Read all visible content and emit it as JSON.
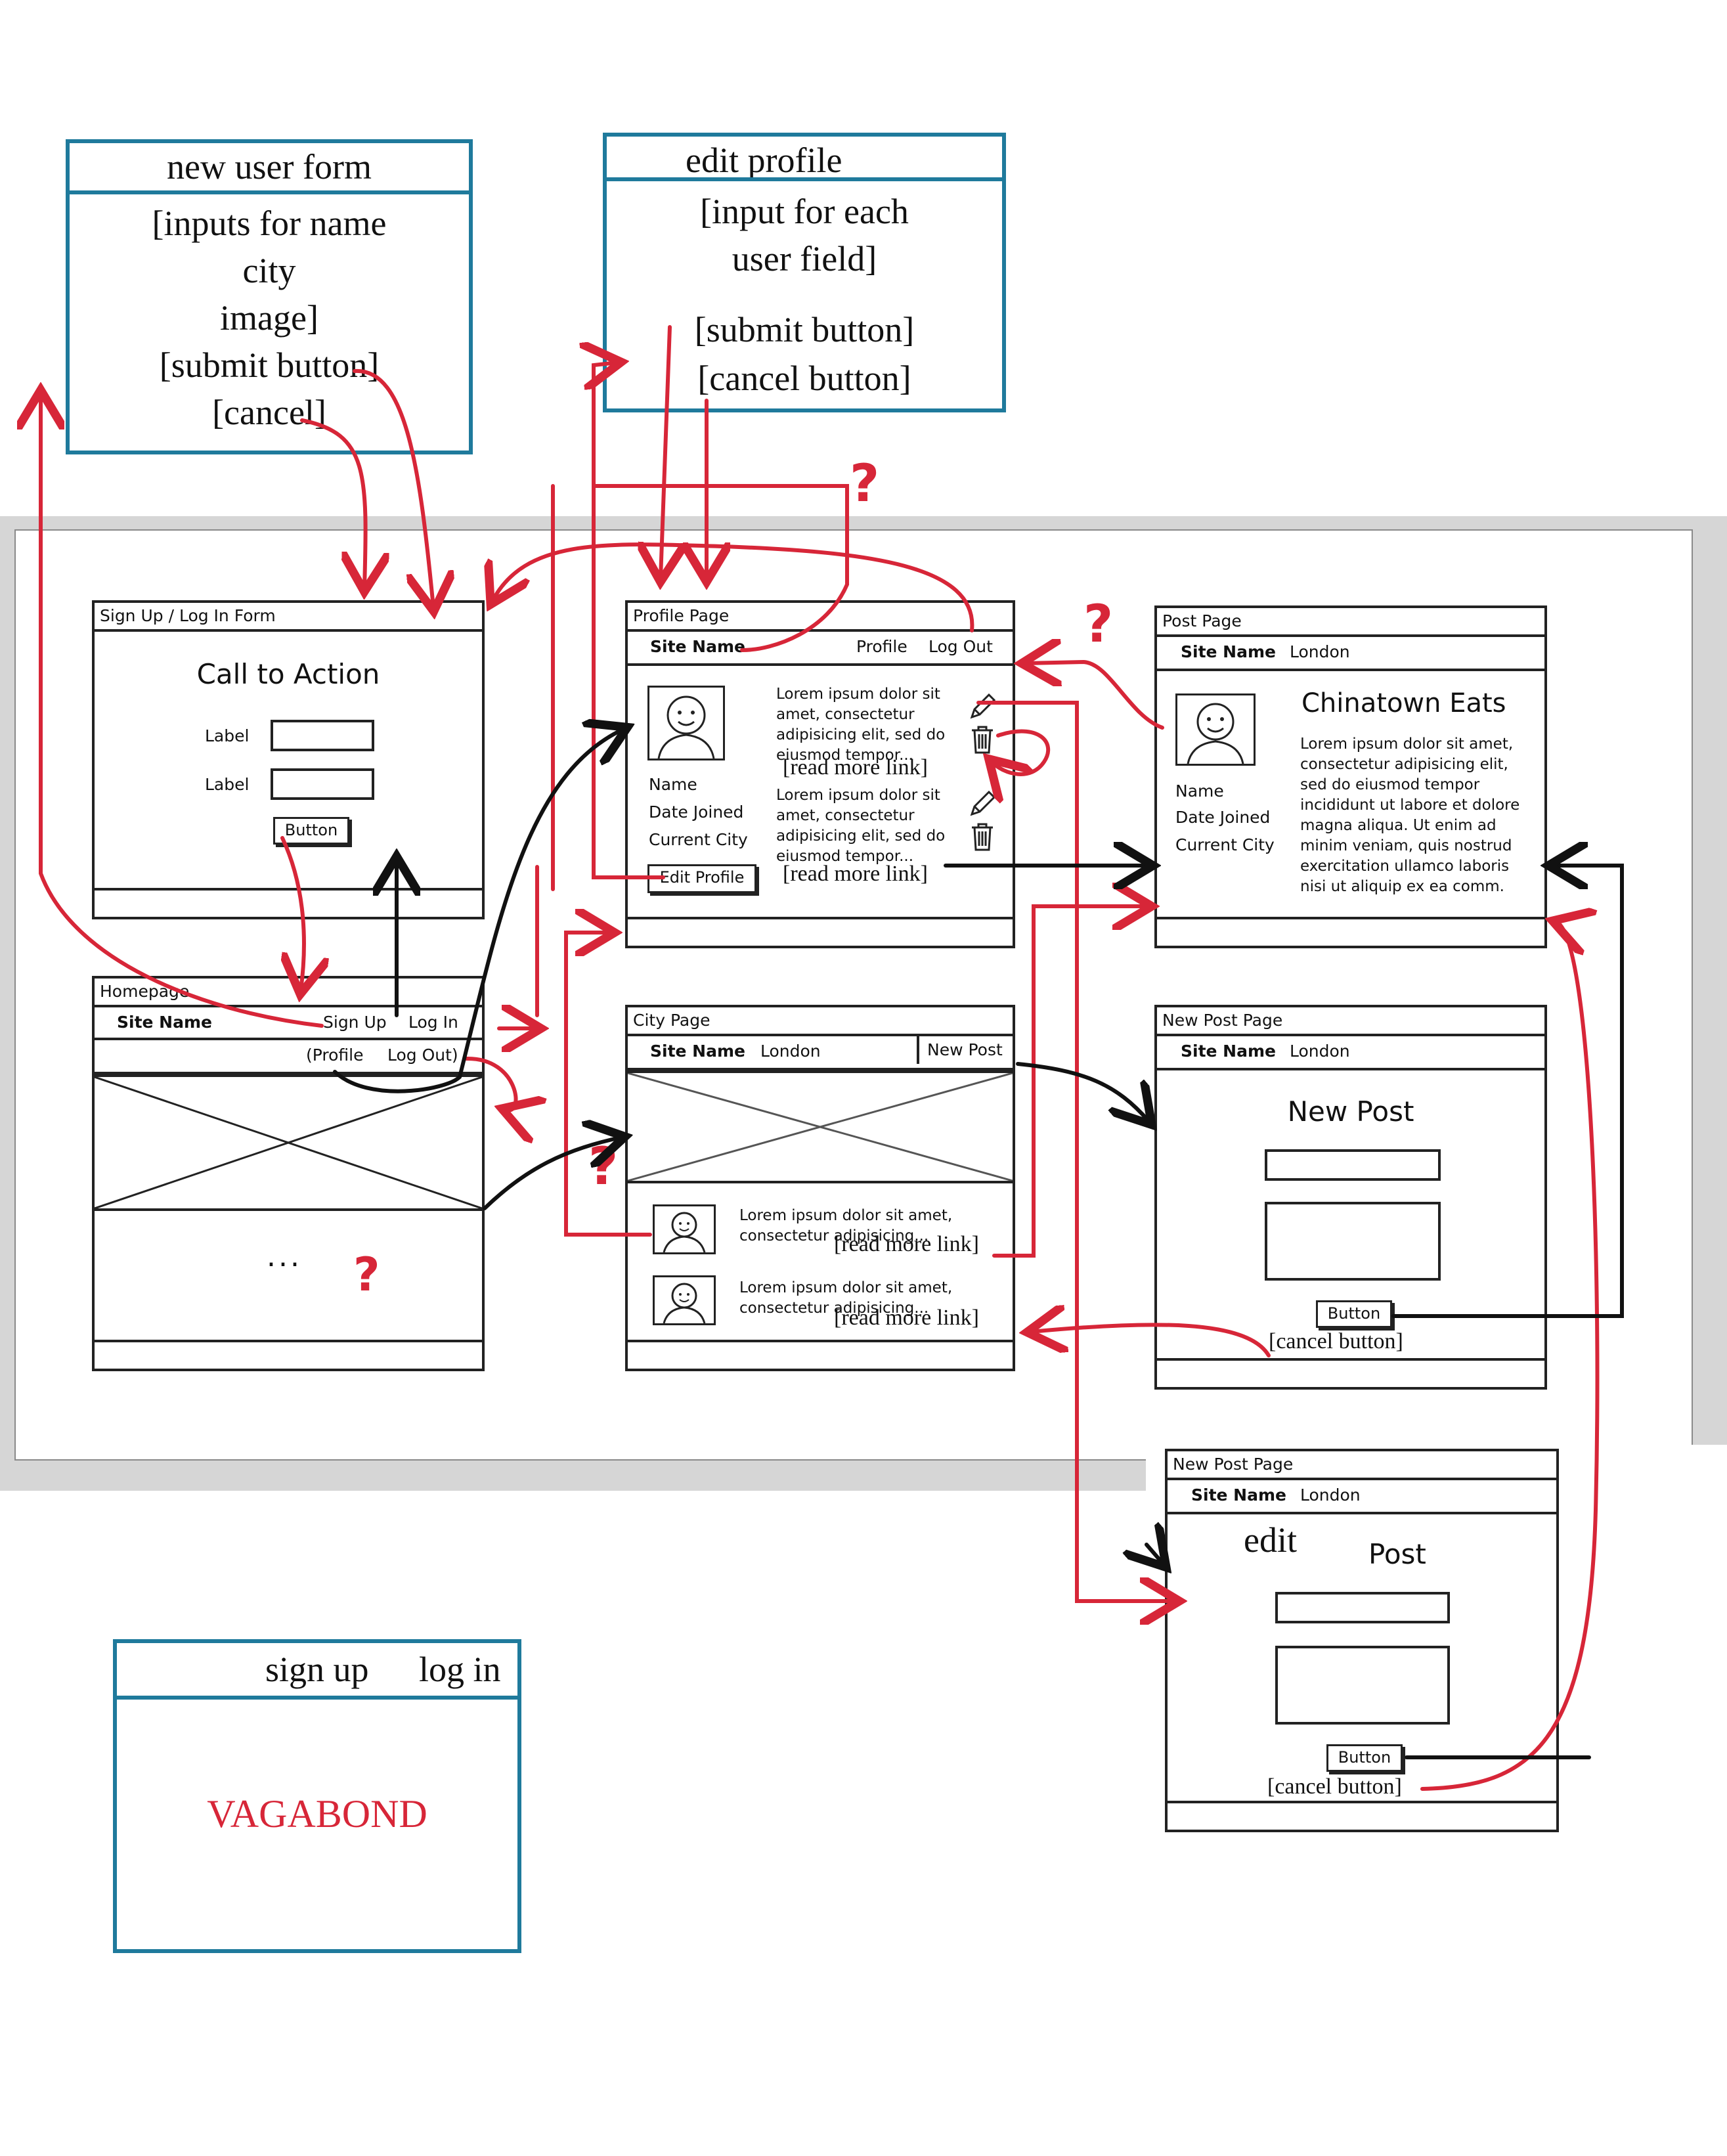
{
  "notes": {
    "new_user_form": {
      "title": "new user form",
      "lines": [
        "[inputs for name",
        "city",
        "image]",
        "[submit button]",
        "[cancel]"
      ]
    },
    "edit_profile": {
      "title": "edit profile",
      "lines": [
        "[input for each",
        "user field]",
        "[submit button]",
        "[cancel button]"
      ]
    },
    "landing": {
      "title_left": "sign up",
      "title_right": "log in",
      "brand": "VAGABOND"
    }
  },
  "signup_form": {
    "window_title": "Sign Up / Log In Form",
    "heading": "Call to Action",
    "label_1": "Label",
    "label_2": "Label",
    "button": "Button"
  },
  "homepage": {
    "window_title": "Homepage",
    "site_name": "Site Name",
    "sign_up": "Sign Up",
    "log_in": "Log In",
    "profile_link": "(Profile",
    "log_out": "Log Out)",
    "ellipsis": "..."
  },
  "profile_page": {
    "window_title": "Profile Page",
    "site_name": "Site Name",
    "profile_link": "Profile",
    "log_out": "Log Out",
    "name_label": "Name",
    "date_joined_label": "Date Joined",
    "current_city_label": "Current City",
    "edit_profile_button": "Edit Profile",
    "posts": [
      {
        "text": "Lorem ipsum dolor sit amet, consectetur adipisicing elit, sed do eiusmod tempor...",
        "read_more": "[read more link]"
      },
      {
        "text": "Lorem ipsum dolor sit amet, consectetur adipisicing elit, sed do eiusmod tempor...",
        "read_more": "[read more link]"
      }
    ]
  },
  "post_page": {
    "window_title": "Post Page",
    "site_name": "Site Name",
    "city": "London",
    "post_title": "Chinatown Eats",
    "name_label": "Name",
    "date_joined_label": "Date Joined",
    "current_city_label": "Current City",
    "body": "Lorem ipsum dolor sit amet, consectetur adipisicing elit, sed do eiusmod tempor incididunt ut labore et dolore magna aliqua. Ut enim ad minim veniam, quis nostrud exercitation ullamco laboris nisi ut aliquip ex ea comm."
  },
  "city_page": {
    "window_title": "City Page",
    "site_name": "Site Name",
    "city": "London",
    "new_post_button": "New Post",
    "posts": [
      {
        "text": "Lorem ipsum dolor sit amet, consectetur adipisicing...",
        "read_more": "[read more link]"
      },
      {
        "text": "Lorem ipsum dolor sit amet, consectetur adipisicing...",
        "read_more": "[read more link]"
      }
    ]
  },
  "new_post_page": {
    "window_title": "New Post Page",
    "site_name": "Site Name",
    "city": "London",
    "heading": "New Post",
    "button": "Button",
    "cancel": "[cancel button]"
  },
  "edit_post_page": {
    "window_title": "New Post Page",
    "site_name": "Site Name",
    "city": "London",
    "heading_handwritten": "edit",
    "heading": "Post",
    "button": "Button",
    "cancel": "[cancel button]"
  },
  "annotations": {
    "question_mark": "?"
  },
  "colors": {
    "note_border": "#1f7a9c",
    "arrow_red": "#d72638",
    "arrow_black": "#111111",
    "brand_red": "#d72638"
  }
}
